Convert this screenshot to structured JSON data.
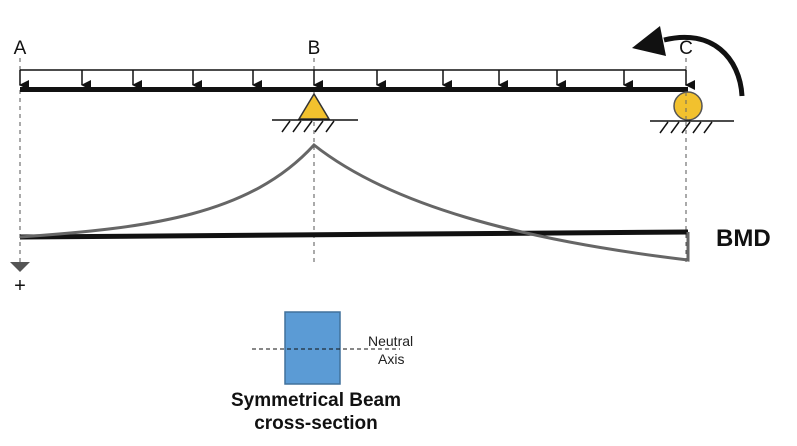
{
  "diagram": {
    "points": [
      {
        "id": "A",
        "label": "A"
      },
      {
        "id": "B",
        "label": "B"
      },
      {
        "id": "C",
        "label": "C"
      }
    ],
    "load": {
      "type": "uniformly-distributed",
      "arrow_count": 12
    },
    "supports": [
      {
        "at": "B",
        "type": "pin",
        "color": "#f2c12e"
      },
      {
        "at": "C",
        "type": "roller",
        "color": "#f2c12e"
      }
    ],
    "applied_moment": {
      "at": "C",
      "direction": "counter-clockwise",
      "icon": "curved-arrow-icon"
    },
    "bmd_label": "BMD",
    "positive_sign": "+",
    "cross_section": {
      "neutral_axis_line1": "Neutral",
      "neutral_axis_line2": "Axis",
      "caption_line1": "Symmetrical Beam",
      "caption_line2": "cross-section",
      "fill_color": "#5b9bd5"
    }
  }
}
